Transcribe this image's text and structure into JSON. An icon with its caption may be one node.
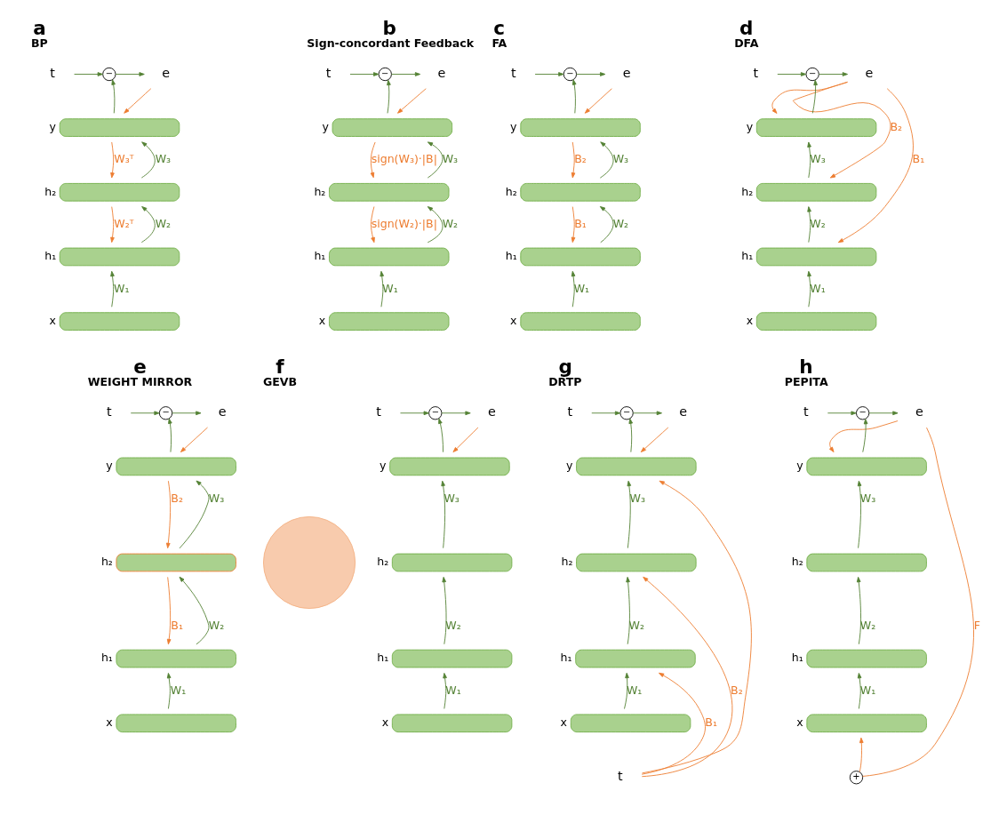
{
  "diagram": {
    "nodes": [
      {
        "text": [
          "t"
        ]
      },
      {
        "text": [
          "−"
        ]
      },
      {
        "text": [
          "e"
        ]
      },
      {
        "text": [
          "y"
        ]
      },
      {
        "text": [
          "h₂"
        ]
      },
      {
        "text": [
          "h₁"
        ]
      },
      {
        "text": [
          "x"
        ]
      },
      {
        "text": [
          "t"
        ]
      },
      {
        "text": [
          "−"
        ]
      },
      {
        "text": [
          "e"
        ]
      },
      {
        "text": [
          "y"
        ]
      },
      {
        "text": [
          "h₂"
        ]
      },
      {
        "text": [
          "h₁"
        ]
      },
      {
        "text": [
          "x"
        ]
      },
      {
        "text": [
          "t"
        ]
      },
      {
        "text": [
          "−"
        ]
      },
      {
        "text": [
          "e"
        ]
      },
      {
        "text": [
          "y"
        ]
      },
      {
        "text": [
          "h₂"
        ]
      },
      {
        "text": [
          "h₁"
        ]
      },
      {
        "text": [
          "x"
        ]
      },
      {
        "text": [
          "t"
        ]
      },
      {
        "text": [
          "−"
        ]
      },
      {
        "text": [
          "e"
        ]
      },
      {
        "text": [
          "y"
        ]
      },
      {
        "text": [
          "h₂"
        ]
      },
      {
        "text": [
          "h₁"
        ]
      },
      {
        "text": [
          "x"
        ]
      },
      {
        "text": [
          "t"
        ]
      },
      {
        "text": [
          "−"
        ]
      },
      {
        "text": [
          "e"
        ]
      },
      {
        "text": [
          "y"
        ]
      },
      {
        "text": [
          "h₂"
        ]
      },
      {
        "text": [
          "h₁"
        ]
      },
      {
        "text": [
          "x"
        ]
      },
      {
        "text": [
          "t"
        ]
      },
      {
        "text": [
          "−"
        ]
      },
      {
        "text": [
          "e"
        ]
      },
      {
        "text": [
          "y"
        ]
      },
      {
        "text": [
          "h₂"
        ]
      },
      {
        "text": [
          "h₁"
        ]
      },
      {
        "text": [
          "x"
        ]
      },
      {
        "text": [],
        "shape": "drop"
      },
      {
        "text": [
          "t"
        ]
      },
      {
        "text": [
          "−"
        ]
      },
      {
        "text": [
          "e"
        ]
      },
      {
        "text": [
          "y"
        ]
      },
      {
        "text": [
          "h₂"
        ]
      },
      {
        "text": [
          "h₁"
        ]
      },
      {
        "text": [
          "x"
        ]
      },
      {
        "text": [
          "t"
        ]
      },
      {
        "text": [
          "t"
        ]
      },
      {
        "text": [
          "−"
        ]
      },
      {
        "text": [
          "e"
        ]
      },
      {
        "text": [
          "y"
        ]
      },
      {
        "text": [
          "h₂"
        ]
      },
      {
        "text": [
          "h₁"
        ]
      },
      {
        "text": [
          "x"
        ]
      },
      {
        "text": [
          "+"
        ]
      }
    ],
    "edges": [
      {
        "from": 0,
        "to": 1,
        "arrow": "to"
      },
      {
        "from": 1,
        "to": 2,
        "arrow": "to"
      },
      {
        "from": 3,
        "to": 1,
        "arrow": "to"
      },
      {
        "from": 2,
        "to": 3,
        "arrow": "to",
        "color": "#ed7d31"
      },
      {
        "from": 4,
        "to": 3,
        "arrow": "to",
        "label": "W₃"
      },
      {
        "from": 5,
        "to": 4,
        "arrow": "to",
        "label": "W₂"
      },
      {
        "from": 6,
        "to": 5,
        "arrow": "to",
        "label": "W₁"
      },
      {
        "from": 3,
        "to": 4,
        "arrow": "to",
        "label": "W₃ᵀ",
        "color": "#ed7d31"
      },
      {
        "from": 4,
        "to": 5,
        "arrow": "to",
        "label": "W₂ᵀ",
        "color": "#ed7d31"
      },
      {
        "from": 7,
        "to": 8,
        "arrow": "to"
      },
      {
        "from": 8,
        "to": 9,
        "arrow": "to"
      },
      {
        "from": 10,
        "to": 8,
        "arrow": "to"
      },
      {
        "from": 9,
        "to": 10,
        "arrow": "to",
        "color": "#ed7d31"
      },
      {
        "from": 11,
        "to": 10,
        "arrow": "to",
        "label": "W₃"
      },
      {
        "from": 12,
        "to": 11,
        "arrow": "to",
        "label": "W₂"
      },
      {
        "from": 13,
        "to": 12,
        "arrow": "to",
        "label": "W₁"
      },
      {
        "from": 10,
        "to": 11,
        "arrow": "to",
        "label": "sign(W₃)·|B|",
        "color": "#ed7d31"
      },
      {
        "from": 11,
        "to": 12,
        "arrow": "to",
        "label": "sign(W₂)·|B|",
        "color": "#ed7d31"
      },
      {
        "from": 14,
        "to": 15,
        "arrow": "to"
      },
      {
        "from": 15,
        "to": 16,
        "arrow": "to"
      },
      {
        "from": 17,
        "to": 15,
        "arrow": "to"
      },
      {
        "from": 16,
        "to": 17,
        "arrow": "to",
        "color": "#ed7d31"
      },
      {
        "from": 18,
        "to": 17,
        "arrow": "to",
        "label": "W₃"
      },
      {
        "from": 19,
        "to": 18,
        "arrow": "to",
        "label": "W₂"
      },
      {
        "from": 20,
        "to": 19,
        "arrow": "to",
        "label": "W₁"
      },
      {
        "from": 17,
        "to": 18,
        "arrow": "to",
        "label": "B₂",
        "color": "#ed7d31"
      },
      {
        "from": 18,
        "to": 19,
        "arrow": "to",
        "label": "B₁",
        "color": "#ed7d31"
      },
      {
        "from": 21,
        "to": 22,
        "arrow": "to"
      },
      {
        "from": 22,
        "to": 23,
        "arrow": "to"
      },
      {
        "from": 24,
        "to": 22,
        "arrow": "to"
      },
      {
        "from": 23,
        "to": 24,
        "arrow": "to",
        "color": "#ed7d31"
      },
      {
        "from": 25,
        "to": 24,
        "arrow": "to",
        "label": "W₃"
      },
      {
        "from": 26,
        "to": 25,
        "arrow": "to",
        "label": "W₂"
      },
      {
        "from": 27,
        "to": 26,
        "arrow": "to",
        "label": "W₁"
      },
      {
        "from": 23,
        "to": 25,
        "arrow": "to",
        "label": "B₂",
        "color": "#ed7d31"
      },
      {
        "from": 23,
        "to": 26,
        "arrow": "to",
        "label": "B₁",
        "color": "#ed7d31"
      },
      {
        "from": 28,
        "to": 29,
        "arrow": "to"
      },
      {
        "from": 29,
        "to": 30,
        "arrow": "to"
      },
      {
        "from": 31,
        "to": 29,
        "arrow": "to"
      },
      {
        "from": 30,
        "to": 31,
        "arrow": "to",
        "color": "#ed7d31"
      },
      {
        "from": 32,
        "to": 31,
        "arrow": "to",
        "label": "W₃"
      },
      {
        "from": 33,
        "to": 32,
        "arrow": "to",
        "label": "W₂"
      },
      {
        "from": 34,
        "to": 33,
        "arrow": "to",
        "label": "W₁"
      },
      {
        "from": 31,
        "to": 32,
        "arrow": "to",
        "label": "B₂",
        "color": "#ed7d31"
      },
      {
        "from": 32,
        "to": 33,
        "arrow": "to",
        "label": "B₁",
        "color": "#ed7d31"
      },
      {
        "from": 35,
        "to": 36,
        "arrow": "to"
      },
      {
        "from": 36,
        "to": 37,
        "arrow": "to"
      },
      {
        "from": 38,
        "to": 36,
        "arrow": "to"
      },
      {
        "from": 37,
        "to": 38,
        "arrow": "to",
        "color": "#ed7d31"
      },
      {
        "from": 39,
        "to": 38,
        "arrow": "to",
        "label": "W₃"
      },
      {
        "from": 40,
        "to": 39,
        "arrow": "to",
        "label": "W₂"
      },
      {
        "from": 41,
        "to": 40,
        "arrow": "to",
        "label": "W₁"
      },
      {
        "from": 43,
        "to": 44,
        "arrow": "to"
      },
      {
        "from": 44,
        "to": 45,
        "arrow": "to"
      },
      {
        "from": 46,
        "to": 44,
        "arrow": "to"
      },
      {
        "from": 45,
        "to": 46,
        "arrow": "to",
        "color": "#ed7d31"
      },
      {
        "from": 47,
        "to": 46,
        "arrow": "to",
        "label": "W₃"
      },
      {
        "from": 48,
        "to": 47,
        "arrow": "to",
        "label": "W₂"
      },
      {
        "from": 49,
        "to": 48,
        "arrow": "to",
        "label": "W₁"
      },
      {
        "from": 50,
        "to": 46,
        "arrow": "to",
        "color": "#ed7d31"
      },
      {
        "from": 50,
        "to": 47,
        "arrow": "to",
        "label": "B₂",
        "color": "#ed7d31"
      },
      {
        "from": 50,
        "to": 48,
        "arrow": "to",
        "label": "B₁",
        "color": "#ed7d31"
      },
      {
        "from": 51,
        "to": 52,
        "arrow": "to"
      },
      {
        "from": 52,
        "to": 53,
        "arrow": "to"
      },
      {
        "from": 54,
        "to": 52,
        "arrow": "to"
      },
      {
        "from": 53,
        "to": 54,
        "arrow": "to",
        "color": "#ed7d31"
      },
      {
        "from": 55,
        "to": 54,
        "arrow": "to",
        "label": "W₃"
      },
      {
        "from": 56,
        "to": 55,
        "arrow": "to",
        "label": "W₂"
      },
      {
        "from": 57,
        "to": 56,
        "arrow": "to",
        "label": "W₁"
      },
      {
        "from": 53,
        "to": 58,
        "arrow": "none",
        "label": "F",
        "color": "#ed7d31"
      },
      {
        "from": 58,
        "to": 57,
        "arrow": "to",
        "color": "#ed7d31"
      }
    ],
    "labels": [
      "a",
      "BP",
      "b",
      "Sign-concordant Feedback",
      "c",
      "FA",
      "d",
      "DFA",
      "e",
      "WEIGHT MIRROR",
      "f",
      "GEVB",
      "g",
      "DRTP",
      "h",
      "PEPITA"
    ]
  }
}
